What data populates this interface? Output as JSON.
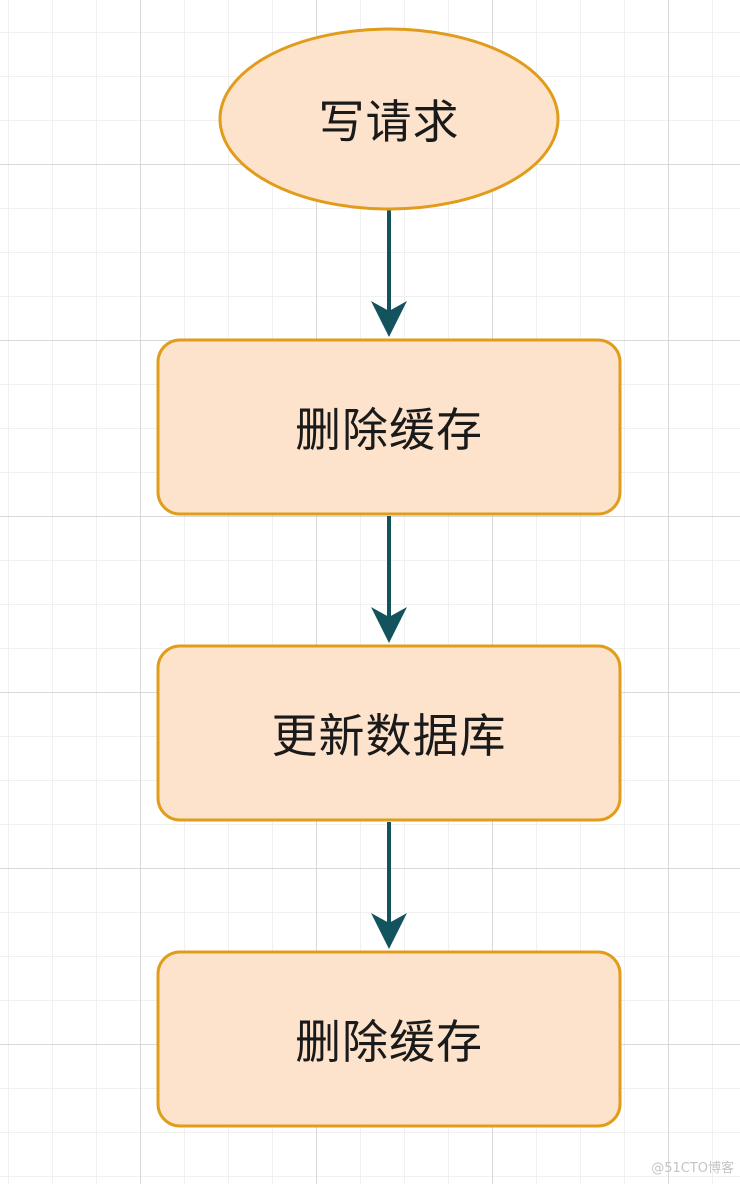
{
  "diagram": {
    "colors": {
      "node_fill": "#fde3cc",
      "node_stroke": "#e09c1a",
      "arrow": "#12535e"
    },
    "nodes": [
      {
        "id": "start",
        "shape": "ellipse",
        "label": "写请求"
      },
      {
        "id": "step1",
        "shape": "rounded-rect",
        "label": "删除缓存"
      },
      {
        "id": "step2",
        "shape": "rounded-rect",
        "label": "更新数据库"
      },
      {
        "id": "step3",
        "shape": "rounded-rect",
        "label": "删除缓存"
      }
    ],
    "edges": [
      {
        "from": "start",
        "to": "step1"
      },
      {
        "from": "step1",
        "to": "step2"
      },
      {
        "from": "step2",
        "to": "step3"
      }
    ]
  },
  "watermark": "@51CTO博客"
}
